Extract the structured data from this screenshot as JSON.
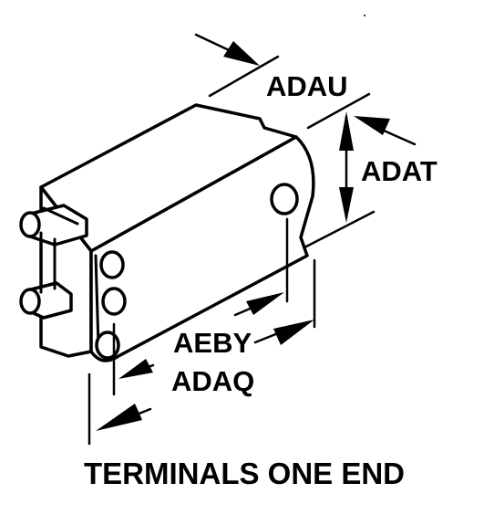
{
  "labels": {
    "adau": "ADAU",
    "adat": "ADAT",
    "aeby": "AEBY",
    "adaq": "ADAQ"
  },
  "caption": "TERMINALS ONE END"
}
